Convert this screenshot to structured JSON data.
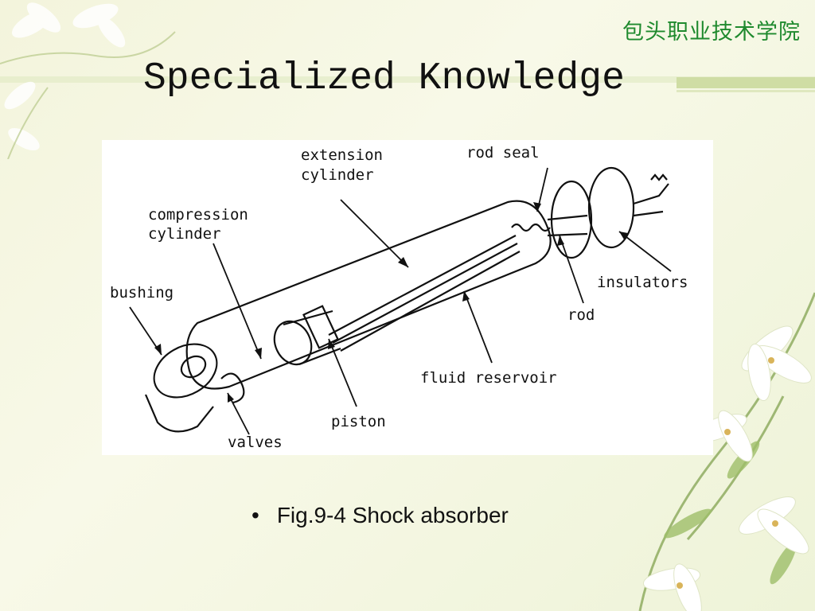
{
  "header": {
    "institution": "包头职业技术学院",
    "title": "Specialized Knowledge"
  },
  "figure": {
    "labels": {
      "extension_cylinder_1": "extension",
      "extension_cylinder_2": "cylinder",
      "rod_seal": "rod seal",
      "compression_cylinder_1": "compression",
      "compression_cylinder_2": "cylinder",
      "bushing": "bushing",
      "insulators": "insulators",
      "rod": "rod",
      "fluid_reservoir": "fluid reservoir",
      "piston": "piston",
      "valves": "valves"
    }
  },
  "caption": {
    "bullet": "•",
    "text": "Fig.9-4 Shock absorber"
  }
}
